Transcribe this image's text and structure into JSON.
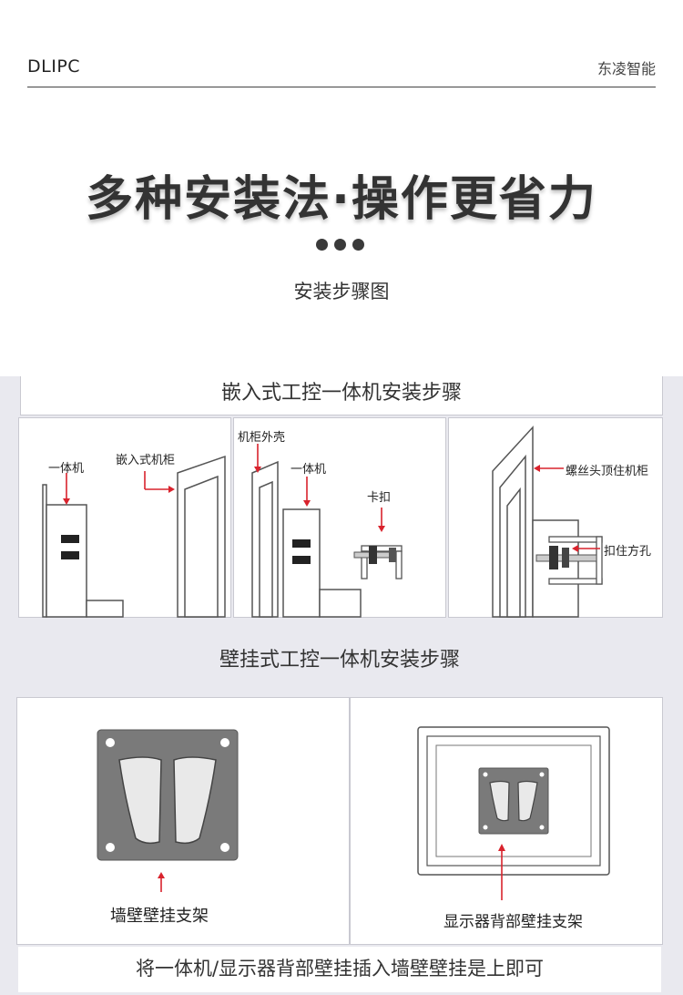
{
  "header": {
    "brand": "DLIPC",
    "company": "东凌智能"
  },
  "hero": {
    "title": "多种安装法·操作更省力",
    "subtitle": "安装步骤图"
  },
  "embedded": {
    "title": "嵌入式工控一体机安装步骤",
    "panel1": {
      "unit_label": "一体机",
      "cabinet_label": "嵌入式机柜"
    },
    "panel2": {
      "shell_label": "机柜外壳",
      "unit_label": "一体机",
      "clip_label": "卡扣"
    },
    "panel3": {
      "screw_label": "螺丝头顶住机柜",
      "hole_label": "扣住方孔"
    }
  },
  "wall": {
    "title": "壁挂式工控一体机安装步骤",
    "panel1": {
      "label": "墙壁壁挂支架"
    },
    "panel2": {
      "label": "显示器背部壁挂支架"
    },
    "footer": "将一体机/显示器背部壁挂插入墙壁壁挂是上即可"
  },
  "colors": {
    "arrow": "#d9232d",
    "bracket": "#7a7a7a",
    "outline": "#555555"
  }
}
